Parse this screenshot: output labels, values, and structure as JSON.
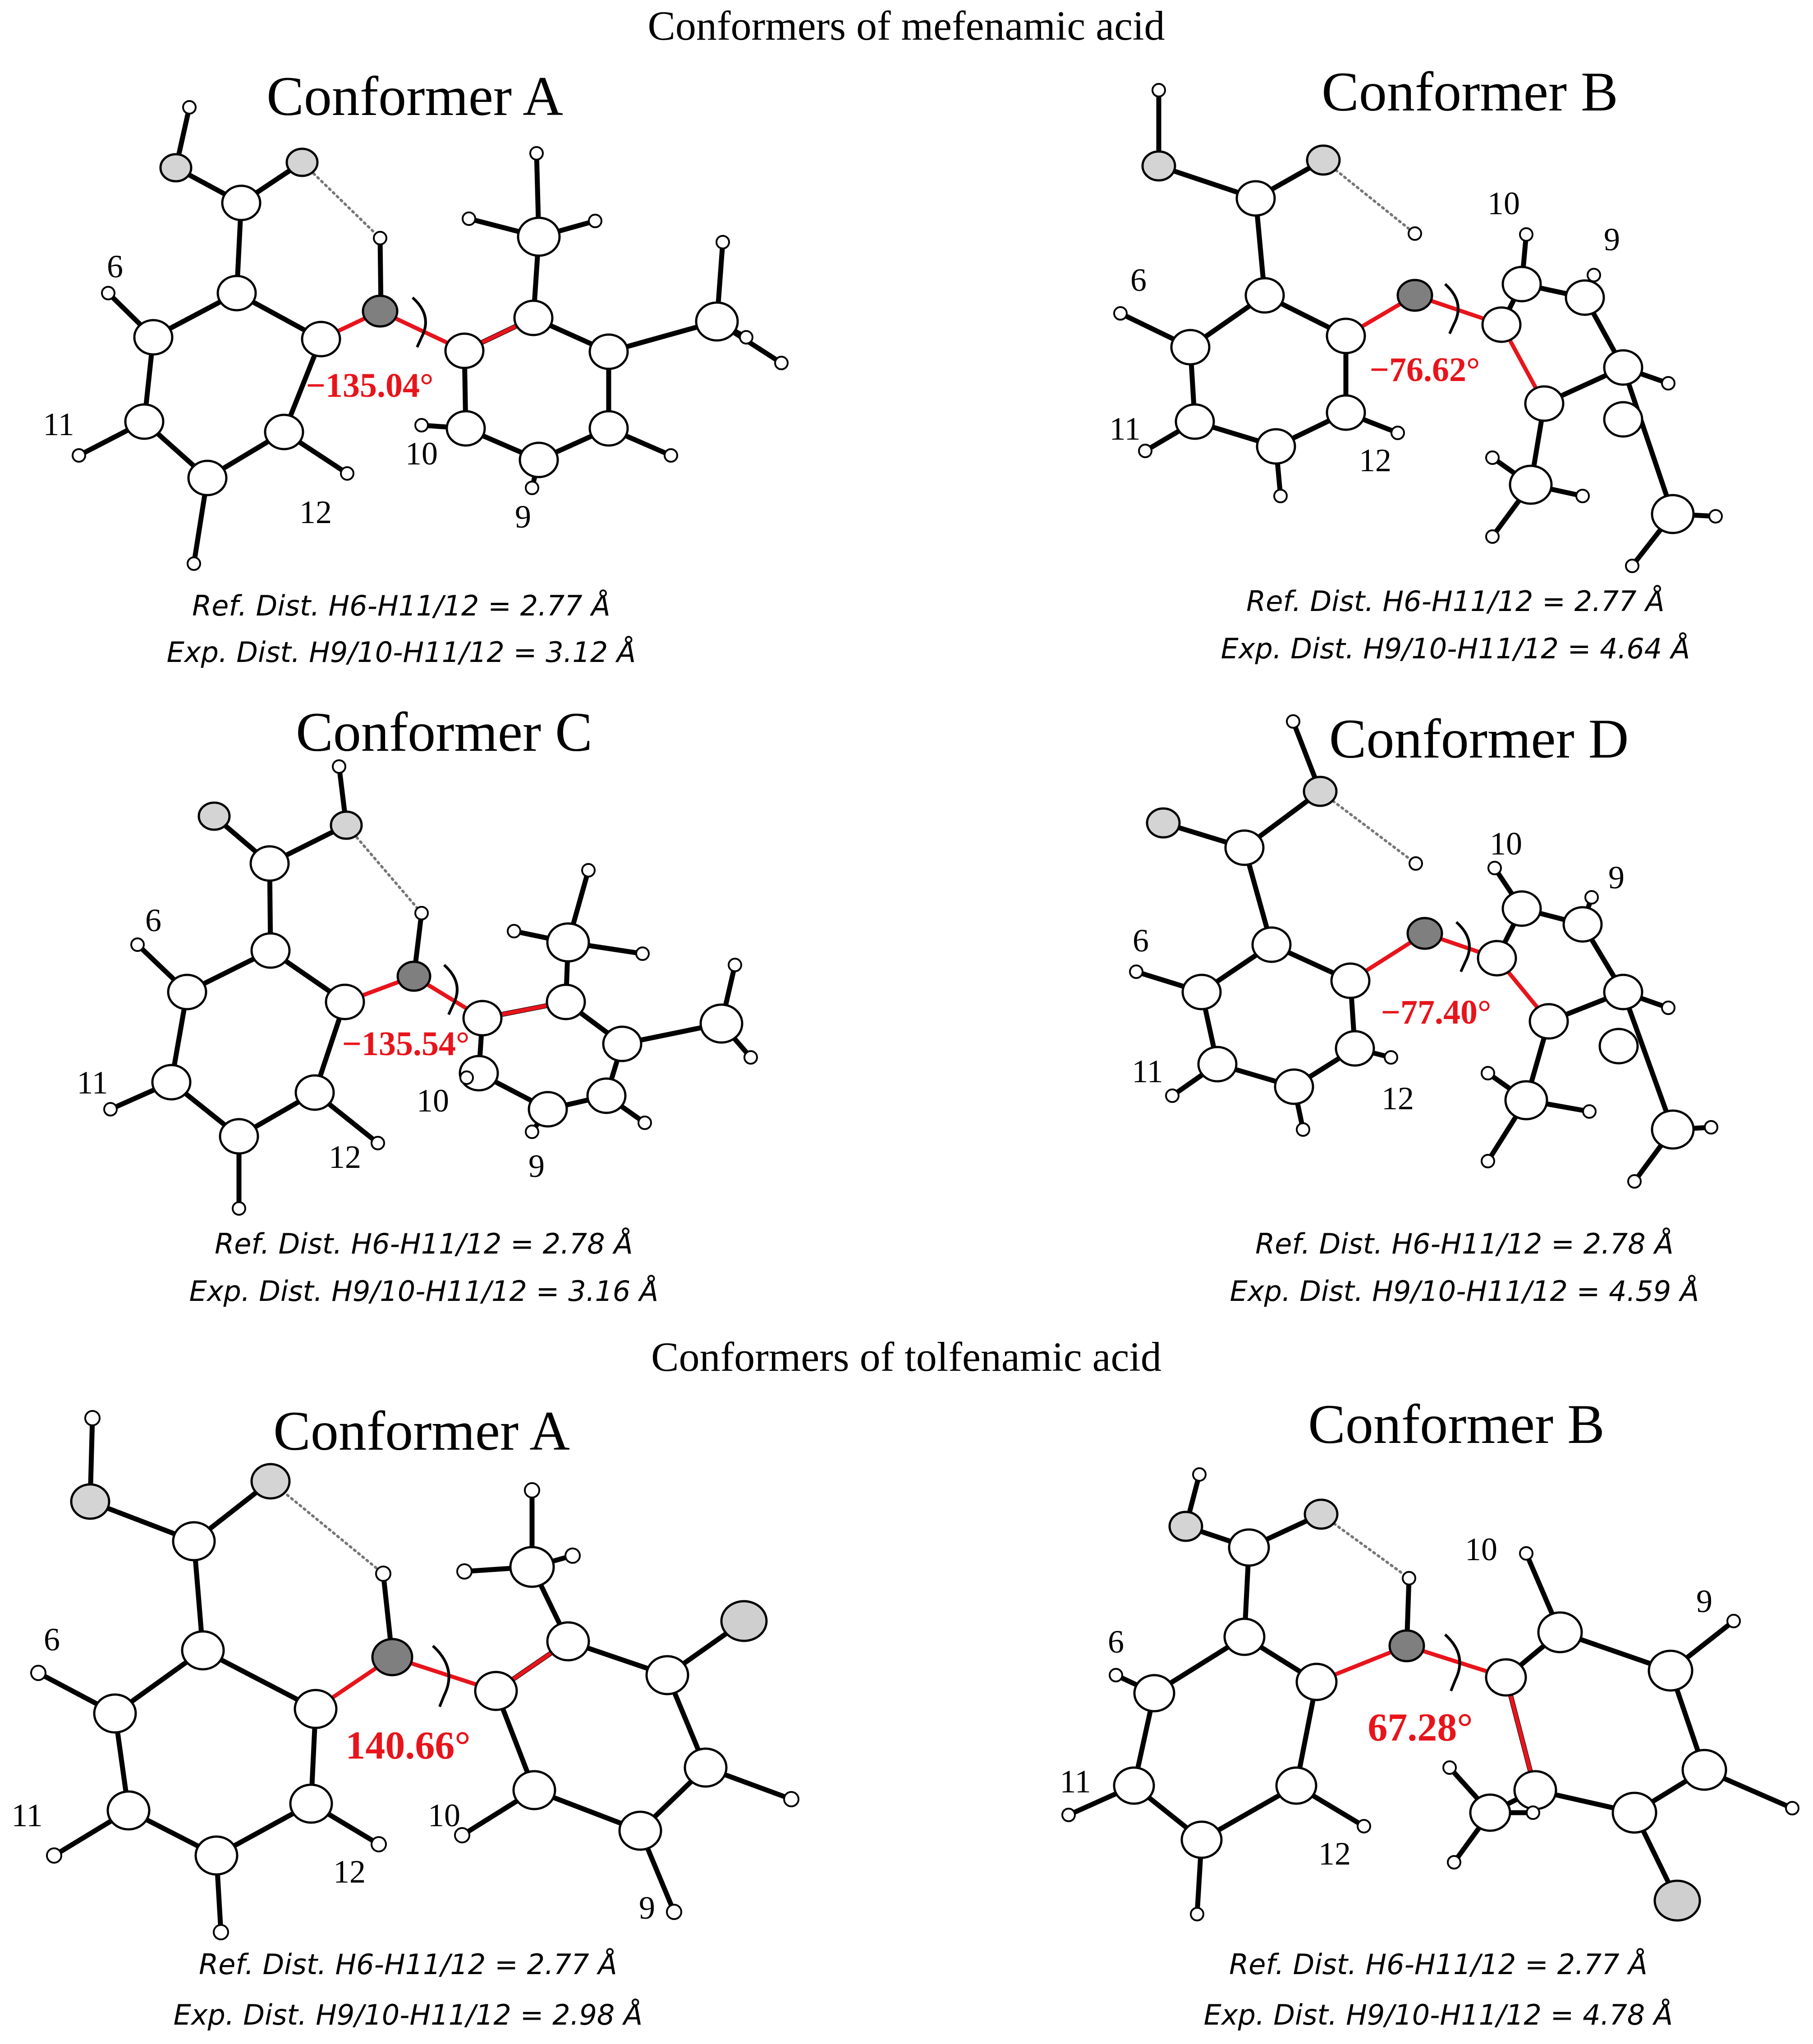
{
  "sections": {
    "mefenamic_title": "Conformers of mefenamic acid",
    "tolfenamic_title": "Conformers of tolfenamic acid"
  },
  "panels": [
    {
      "id": "mef-a",
      "title": "Conformer A",
      "angle": "−135.04°",
      "labels": {
        "h6": "6",
        "h11": "11",
        "h12": "12",
        "h10": "10",
        "h9": "9"
      },
      "ref": "Ref. Dist. H6-H11/12 = 2.77 Å",
      "exp": "Exp. Dist. H9/10-H11/12 = 3.12 Å"
    },
    {
      "id": "mef-b",
      "title": "Conformer B",
      "angle": "−76.62°",
      "labels": {
        "h6": "6",
        "h11": "11",
        "h12": "12",
        "h10": "10",
        "h9": "9"
      },
      "ref": "Ref. Dist. H6-H11/12 = 2.77 Å",
      "exp": "Exp. Dist. H9/10-H11/12 = 4.64 Å"
    },
    {
      "id": "mef-c",
      "title": "Conformer C",
      "angle": "−135.54°",
      "labels": {
        "h6": "6",
        "h11": "11",
        "h12": "12",
        "h10": "10",
        "h9": "9"
      },
      "ref": "Ref. Dist. H6-H11/12 = 2.78 Å",
      "exp": "Exp. Dist. H9/10-H11/12 = 3.16 Å"
    },
    {
      "id": "mef-d",
      "title": "Conformer D",
      "angle": "−77.40°",
      "labels": {
        "h6": "6",
        "h11": "11",
        "h12": "12",
        "h10": "10",
        "h9": "9"
      },
      "ref": "Ref. Dist. H6-H11/12 = 2.78 Å",
      "exp": "Exp. Dist. H9/10-H11/12 = 4.59 Å"
    },
    {
      "id": "tol-a",
      "title": "Conformer A",
      "angle": "140.66°",
      "labels": {
        "h6": "6",
        "h11": "11",
        "h12": "12",
        "h10": "10",
        "h9": "9"
      },
      "ref": "Ref. Dist. H6-H11/12 = 2.77 Å",
      "exp": "Exp. Dist. H9/10-H11/12 = 2.98 Å"
    },
    {
      "id": "tol-b",
      "title": "Conformer B",
      "angle": "67.28°",
      "labels": {
        "h6": "6",
        "h11": "11",
        "h12": "12",
        "h10": "10",
        "h9": "9"
      },
      "ref": "Ref. Dist. H6-H11/12 = 2.77 Å",
      "exp": "Exp. Dist. H9/10-H11/12 = 4.78 Å"
    }
  ],
  "colors": {
    "highlight": "#e8141b",
    "nitrogen": "#7f7f7f",
    "oxygen": "#d4d4d4",
    "carbon": "#ffffff"
  }
}
